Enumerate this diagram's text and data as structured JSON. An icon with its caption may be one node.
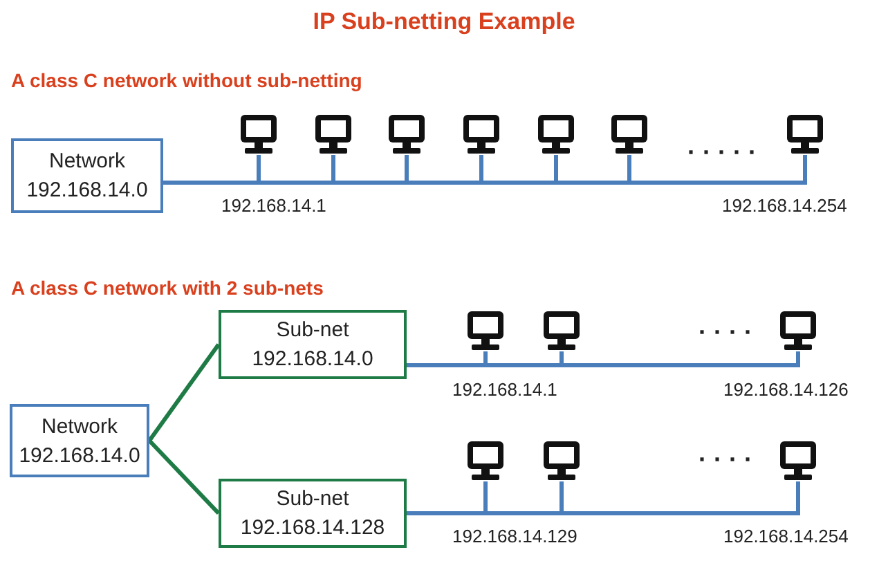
{
  "diagram": {
    "title": "IP Sub-netting Example",
    "nodes": [
      {
        "text": [
          "Network 192.168.14.0"
        ]
      },
      {
        "text": [],
        "shape": "computer",
        "beside": [
          "192.168.14.1"
        ]
      },
      {
        "text": [],
        "shape": "computer"
      },
      {
        "text": [],
        "shape": "computer"
      },
      {
        "text": [],
        "shape": "computer"
      },
      {
        "text": [],
        "shape": "computer"
      },
      {
        "text": [],
        "shape": "computer"
      },
      {
        "text": [],
        "shape": "computer",
        "beside": [
          "192.168.14.254"
        ]
      },
      {
        "text": [
          "Network 192.168.14.0"
        ]
      },
      {
        "text": [
          "Sub-net 192.168.14.0"
        ]
      },
      {
        "text": [
          "Sub-net 192.168.14.128"
        ]
      },
      {
        "text": [],
        "shape": "computer",
        "beside": [
          "192.168.14.1"
        ]
      },
      {
        "text": [],
        "shape": "computer"
      },
      {
        "text": [],
        "shape": "computer",
        "beside": [
          "192.168.14.126"
        ]
      },
      {
        "text": [],
        "shape": "computer",
        "beside": [
          "192.168.14.129"
        ]
      },
      {
        "text": [],
        "shape": "computer"
      },
      {
        "text": [],
        "shape": "computer",
        "beside": [
          "192.168.14.254"
        ]
      }
    ],
    "edges": [
      {
        "from": 0,
        "to": 1,
        "arrow": "none"
      },
      {
        "from": 0,
        "to": 2,
        "arrow": "none"
      },
      {
        "from": 0,
        "to": 3,
        "arrow": "none"
      },
      {
        "from": 0,
        "to": 4,
        "arrow": "none"
      },
      {
        "from": 0,
        "to": 5,
        "arrow": "none"
      },
      {
        "from": 0,
        "to": 6,
        "arrow": "none"
      },
      {
        "from": 0,
        "to": 7,
        "arrow": "none"
      },
      {
        "from": 8,
        "to": 9,
        "arrow": "none",
        "color": "#1e7b45"
      },
      {
        "from": 8,
        "to": 10,
        "arrow": "none",
        "color": "#1e7b45"
      },
      {
        "from": 9,
        "to": 11,
        "arrow": "none"
      },
      {
        "from": 9,
        "to": 12,
        "arrow": "none"
      },
      {
        "from": 9,
        "to": 13,
        "arrow": "none"
      },
      {
        "from": 10,
        "to": 14,
        "arrow": "none"
      },
      {
        "from": 10,
        "to": 15,
        "arrow": "none"
      },
      {
        "from": 10,
        "to": 16,
        "arrow": "none"
      }
    ],
    "labels": [
      "A class C network without sub-netting",
      "· · · · ·",
      "A class C network with 2 sub-nets",
      "· · · ·",
      "· · · ·"
    ]
  }
}
